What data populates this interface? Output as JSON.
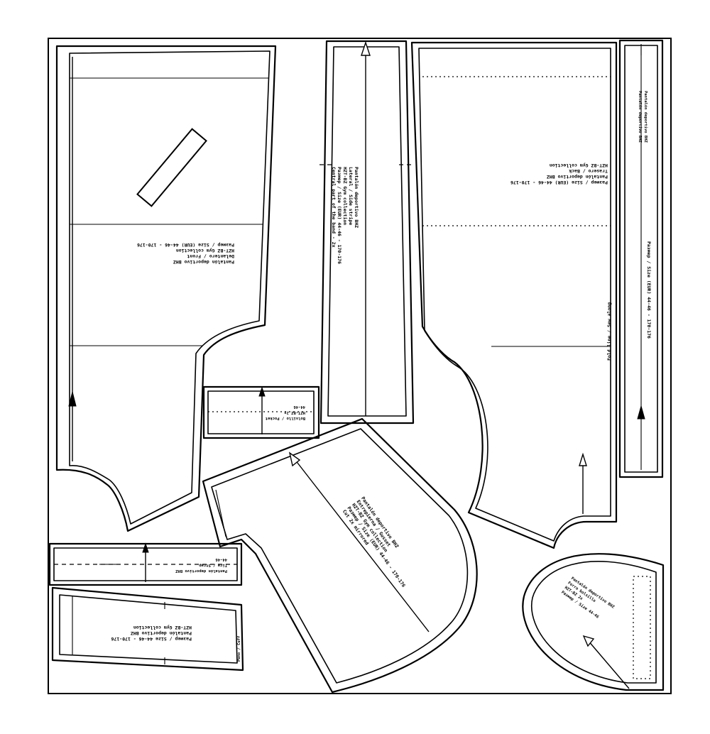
{
  "front": {
    "line1": "Pantalón deportivo BHZ",
    "line2": "Delantero / Front",
    "line3": "HZT-BZ Gym collection",
    "size": "Размер / Size (EUR)   44-46 - 170-176"
  },
  "back": {
    "line1": "Pantalón deportivo BHZ",
    "line2": "Trasero / Back",
    "line3": "HZT-BZ Gym collection",
    "size": "Размер / Size (EUR)   44-46 - 170-176"
  },
  "center": {
    "line1": "Pantalón deportivo BHZ",
    "line2": "Lateral / Side stripe",
    "line3": "HZT-BZ Gym collection",
    "line4": "Размер / Size (EUR)   44-46 - 170-176",
    "line5": "Central part of the band - 2x"
  },
  "waistband": {
    "line1": "Размер / Size (EUR) 44-46 - 170-176",
    "line2": "Pantalón deportivo BHZ"
  },
  "fold_label": "Fold line / Sew along",
  "pocket": {
    "line1": "Bolsillo / Pocket",
    "line2": "HZT-BZ 2x",
    "line3": "44-46"
  },
  "gusset": {
    "line1": "Pantalón deportivo BHZ",
    "line2": "Entrepierna / Gusset",
    "line3": "HZT-BZ Gym collection",
    "size": "Размер / Size (EUR) 44-46 - 170-176",
    "cut": "Cut 2x mirrored"
  },
  "strap": {
    "line1": "Pantalón deportivo BHZ",
    "line2": "Tira / Strap",
    "line3": "44-46"
  },
  "cuff": {
    "line1": "Pantalón deportivo BHZ",
    "line2": "Puño / Cuff",
    "line3": "HZT-BZ Gym collection",
    "size": "Размер / Size 44-46 - 170-176"
  },
  "pocketbag": {
    "line1": "Pantalón deportivo BHZ",
    "line2": "Forro bolsillo",
    "line3": "HZT-BZ 2x",
    "size": "Размер / Size 44-46"
  }
}
